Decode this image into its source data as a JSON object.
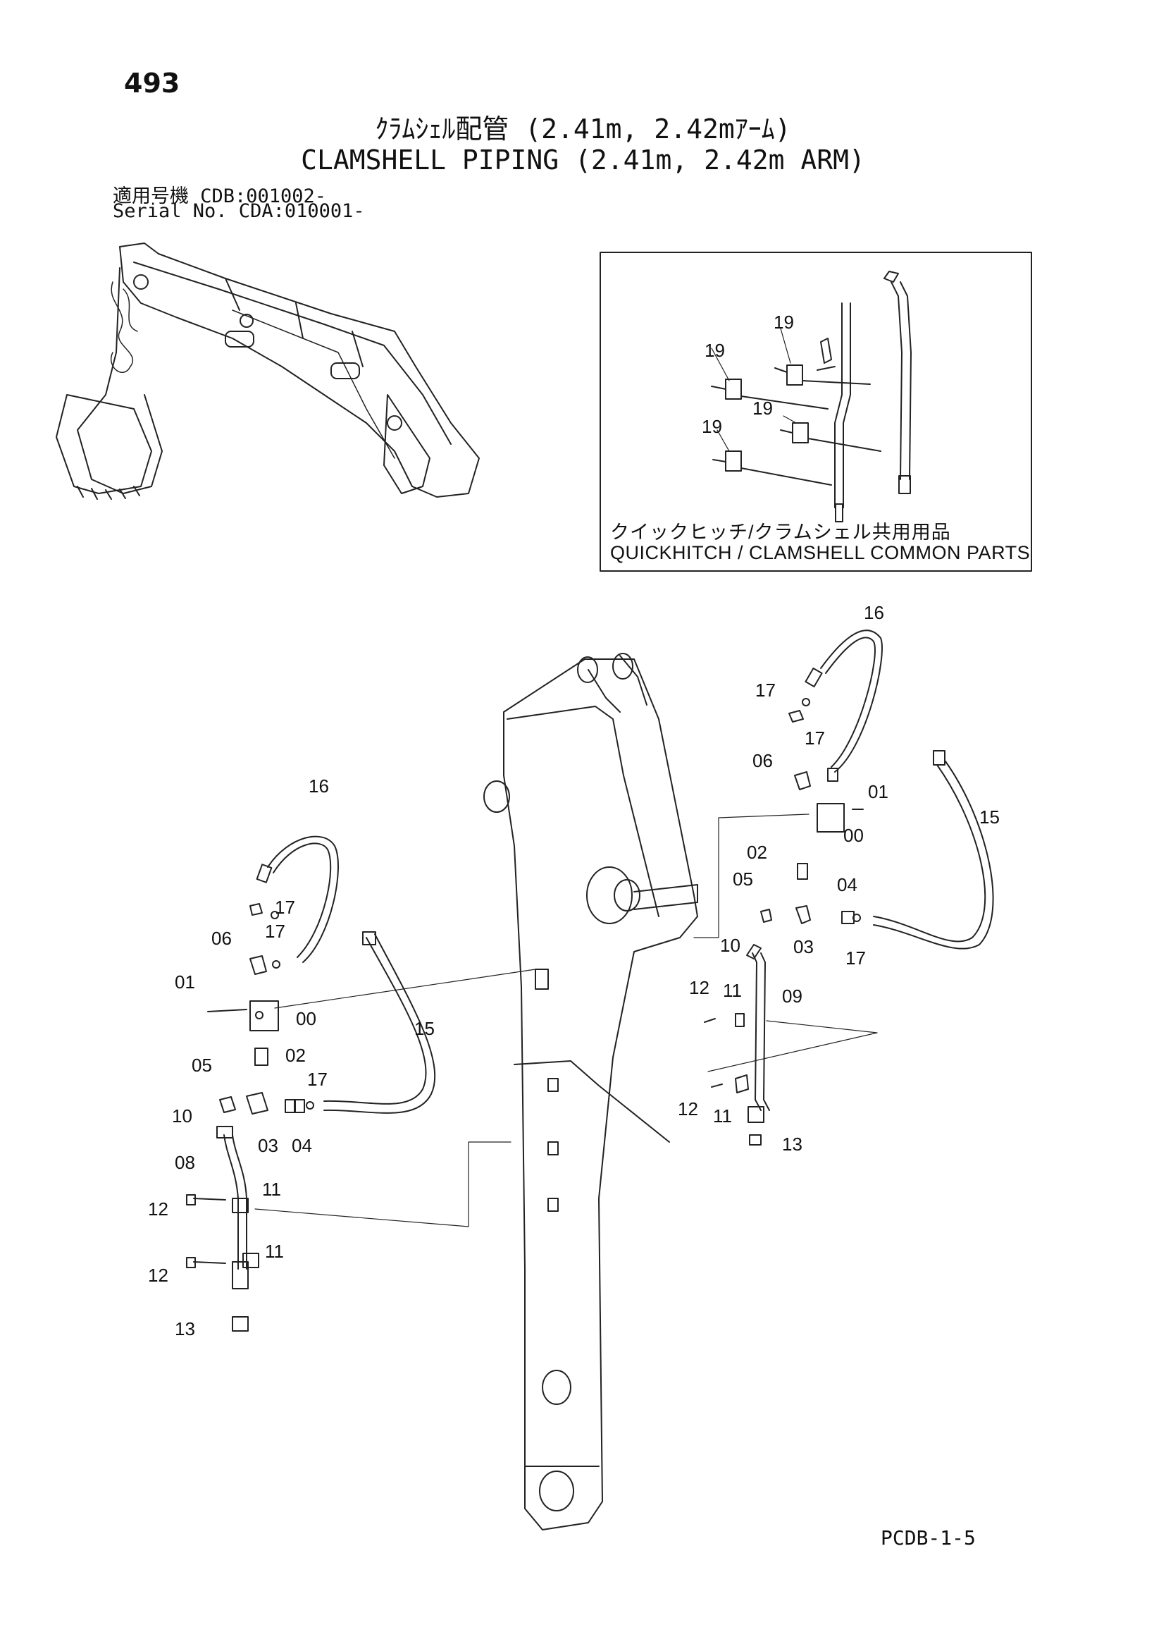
{
  "page_number": "493",
  "title_jp": "ｸﾗﾑｼｪﾙ配管 (2.41m, 2.42mｱｰﾑ)",
  "title_en": "CLAMSHELL PIPING (2.41m, 2.42m ARM)",
  "serial_line1": "適用号機  CDB:001002-",
  "serial_line2": "Serial No. CDA:010001-",
  "inset": {
    "caption_jp": "クイックヒッチ/クラムシェル共用用品",
    "caption_en": "QUICKHITCH / CLAMSHELL  COMMON  PARTS",
    "callouts": [
      "19",
      "19",
      "19",
      "19"
    ]
  },
  "right_callouts": [
    "16",
    "17",
    "17",
    "06",
    "01",
    "00",
    "15",
    "02",
    "05",
    "04",
    "10",
    "03",
    "17",
    "12",
    "11",
    "09",
    "12",
    "11",
    "13"
  ],
  "left_callouts": [
    "16",
    "17",
    "17",
    "06",
    "01",
    "00",
    "15",
    "02",
    "05",
    "17",
    "10",
    "03",
    "04",
    "08",
    "11",
    "12",
    "11",
    "12",
    "13"
  ],
  "document_code": "PCDB-1-5"
}
